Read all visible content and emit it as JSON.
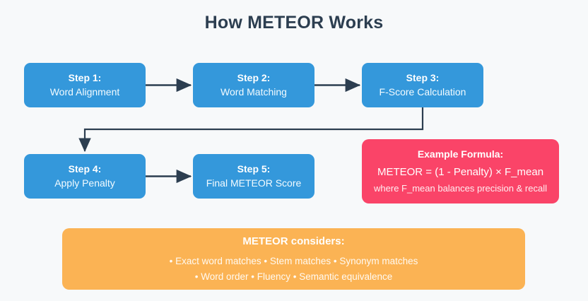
{
  "page": {
    "title": "How METEOR Works",
    "background_color": "#f7f9fa",
    "title_color": "#2c3e50"
  },
  "colors": {
    "step_box": "#3498db",
    "formula_card": "#fa4468",
    "considers_card": "#fbb354",
    "connector": "#2c3e50",
    "text_on_color": "#ffffff"
  },
  "flow": {
    "steps": [
      {
        "id": "step1",
        "title": "Step 1:",
        "subtitle": "Word Alignment"
      },
      {
        "id": "step2",
        "title": "Step 2:",
        "subtitle": "Word Matching"
      },
      {
        "id": "step3",
        "title": "Step 3:",
        "subtitle": "F-Score Calculation"
      },
      {
        "id": "step4",
        "title": "Step 4:",
        "subtitle": "Apply Penalty"
      },
      {
        "id": "step5",
        "title": "Step 5:",
        "subtitle": "Final METEOR Score"
      }
    ],
    "connectors": [
      {
        "name": "arrow-step1-step2",
        "type": "straight"
      },
      {
        "name": "arrow-step2-step3",
        "type": "straight"
      },
      {
        "name": "arrow-step3-step4",
        "type": "elbow"
      },
      {
        "name": "arrow-step4-step5",
        "type": "straight"
      }
    ]
  },
  "formula_card": {
    "heading": "Example Formula:",
    "equation": "METEOR = (1 - Penalty) × F_mean",
    "note": "where F_mean balances precision & recall"
  },
  "considers_card": {
    "heading": "METEOR considers:",
    "line1": "• Exact word matches • Stem matches • Synonym matches",
    "line2": "• Word order • Fluency • Semantic equivalence"
  }
}
